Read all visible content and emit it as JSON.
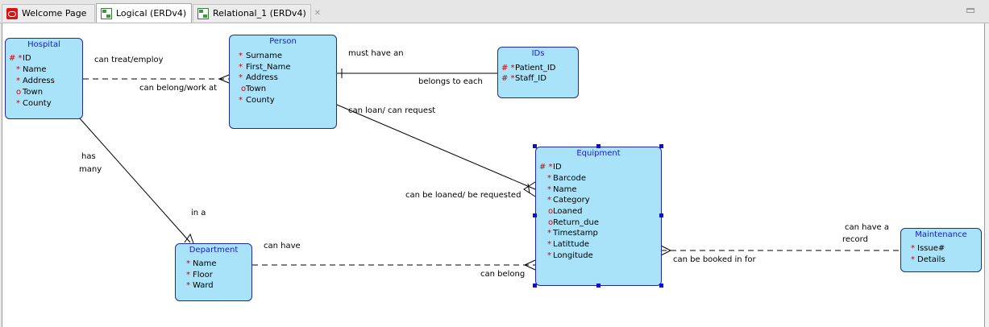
{
  "tabs": [
    {
      "label": "Welcome Page",
      "icon": "oracle-icon",
      "active": false
    },
    {
      "label": "Logical (ERDv4)",
      "icon": "erd-diagram-icon",
      "active": true
    },
    {
      "label": "Relational_1 (ERDv4)",
      "icon": "erd-diagram-icon",
      "active": false
    }
  ],
  "colors": {
    "entity_fill": "#a9e3fa",
    "entity_border": "#1f2aa0",
    "entity_title": "#1a20c8",
    "required_marker": "#d00000",
    "selection_handle": "#1010d0"
  },
  "entities": {
    "hospital": {
      "title": "Hospital",
      "attributes": [
        {
          "marker": "# *",
          "name": "ID"
        },
        {
          "marker": "*",
          "name": "Name"
        },
        {
          "marker": "*",
          "name": "Address"
        },
        {
          "marker": "o",
          "name": "Town"
        },
        {
          "marker": "*",
          "name": "County"
        }
      ]
    },
    "person": {
      "title": "Person",
      "attributes": [
        {
          "marker": "*",
          "name": "Surname"
        },
        {
          "marker": "*",
          "name": "First_Name"
        },
        {
          "marker": "*",
          "name": "Address"
        },
        {
          "marker": "o",
          "name": "Town"
        },
        {
          "marker": "*",
          "name": "County"
        }
      ]
    },
    "ids": {
      "title": "IDs",
      "attributes": [
        {
          "marker": "# *",
          "name": "Patient_ID"
        },
        {
          "marker": "# *",
          "name": "Staff_ID"
        }
      ]
    },
    "equipment": {
      "title": "Equipment",
      "selected": true,
      "attributes": [
        {
          "marker": "# *",
          "name": "ID"
        },
        {
          "marker": "*",
          "name": "Barcode"
        },
        {
          "marker": "*",
          "name": "Name"
        },
        {
          "marker": "*",
          "name": "Category"
        },
        {
          "marker": "o",
          "name": "Loaned"
        },
        {
          "marker": "o",
          "name": "Return_due"
        },
        {
          "marker": "*",
          "name": "Timestamp"
        },
        {
          "marker": "*",
          "name": "Latittude"
        },
        {
          "marker": "*",
          "name": "Longitude"
        }
      ]
    },
    "department": {
      "title": "Department",
      "attributes": [
        {
          "marker": "*",
          "name": "Name"
        },
        {
          "marker": "*",
          "name": "Floor"
        },
        {
          "marker": "*",
          "name": "Ward"
        }
      ]
    },
    "maintenance": {
      "title": "Maintenance",
      "attributes": [
        {
          "marker": "*",
          "name": "Issue#"
        },
        {
          "marker": "*",
          "name": "Details"
        }
      ]
    }
  },
  "relationships": {
    "can_treat": "can treat/employ",
    "can_belong_work": "can belong/work at",
    "must_have": "must have an",
    "belongs_to_each": "belongs to each",
    "can_loan": "can loan/ can request",
    "can_be_loaned": "can be loaned/ be requested",
    "has": "has",
    "many": "many",
    "in_a": "in a",
    "can_have": "can have",
    "can_belong": "can belong",
    "can_have_a": "can have a",
    "record": "record",
    "can_be_booked": "can be booked in for"
  }
}
